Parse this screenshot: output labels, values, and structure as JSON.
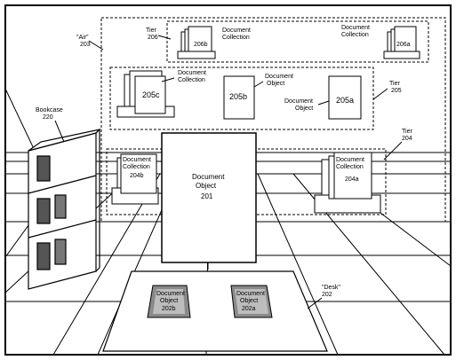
{
  "labels": {
    "air": "\"Air\"",
    "air_num": "203",
    "bookcase": "Bookcase",
    "bookcase_num": "220",
    "tier206": "Tier",
    "tier206_num": "206",
    "tier205": "Tier",
    "tier205_num": "205",
    "tier204": "Tier",
    "tier204_num": "204",
    "desk": "\"Desk\"",
    "desk_num": "202"
  },
  "doc_collection": {
    "line1": "Document",
    "line2": "Collection"
  },
  "doc_object": {
    "line1": "Document",
    "line2": "Object"
  },
  "ids": {
    "c206b": "206b",
    "c206a": "206a",
    "c205c": "205c",
    "o205b": "205b",
    "o205a": "205a",
    "c204b_line1": "Document",
    "c204b_line2": "Collection",
    "c204b_num": "204b",
    "c204a_line1": "Document",
    "c204a_line2": "Collection",
    "c204a_num": "204a",
    "o201_line1": "Document",
    "o201_line2": "Object",
    "o201_num": "201",
    "o202b_line1": "Document",
    "o202b_line2": "Object",
    "o202b_num": "202b",
    "o202a_line1": "Document",
    "o202a_line2": "Object",
    "o202a_num": "202a"
  }
}
